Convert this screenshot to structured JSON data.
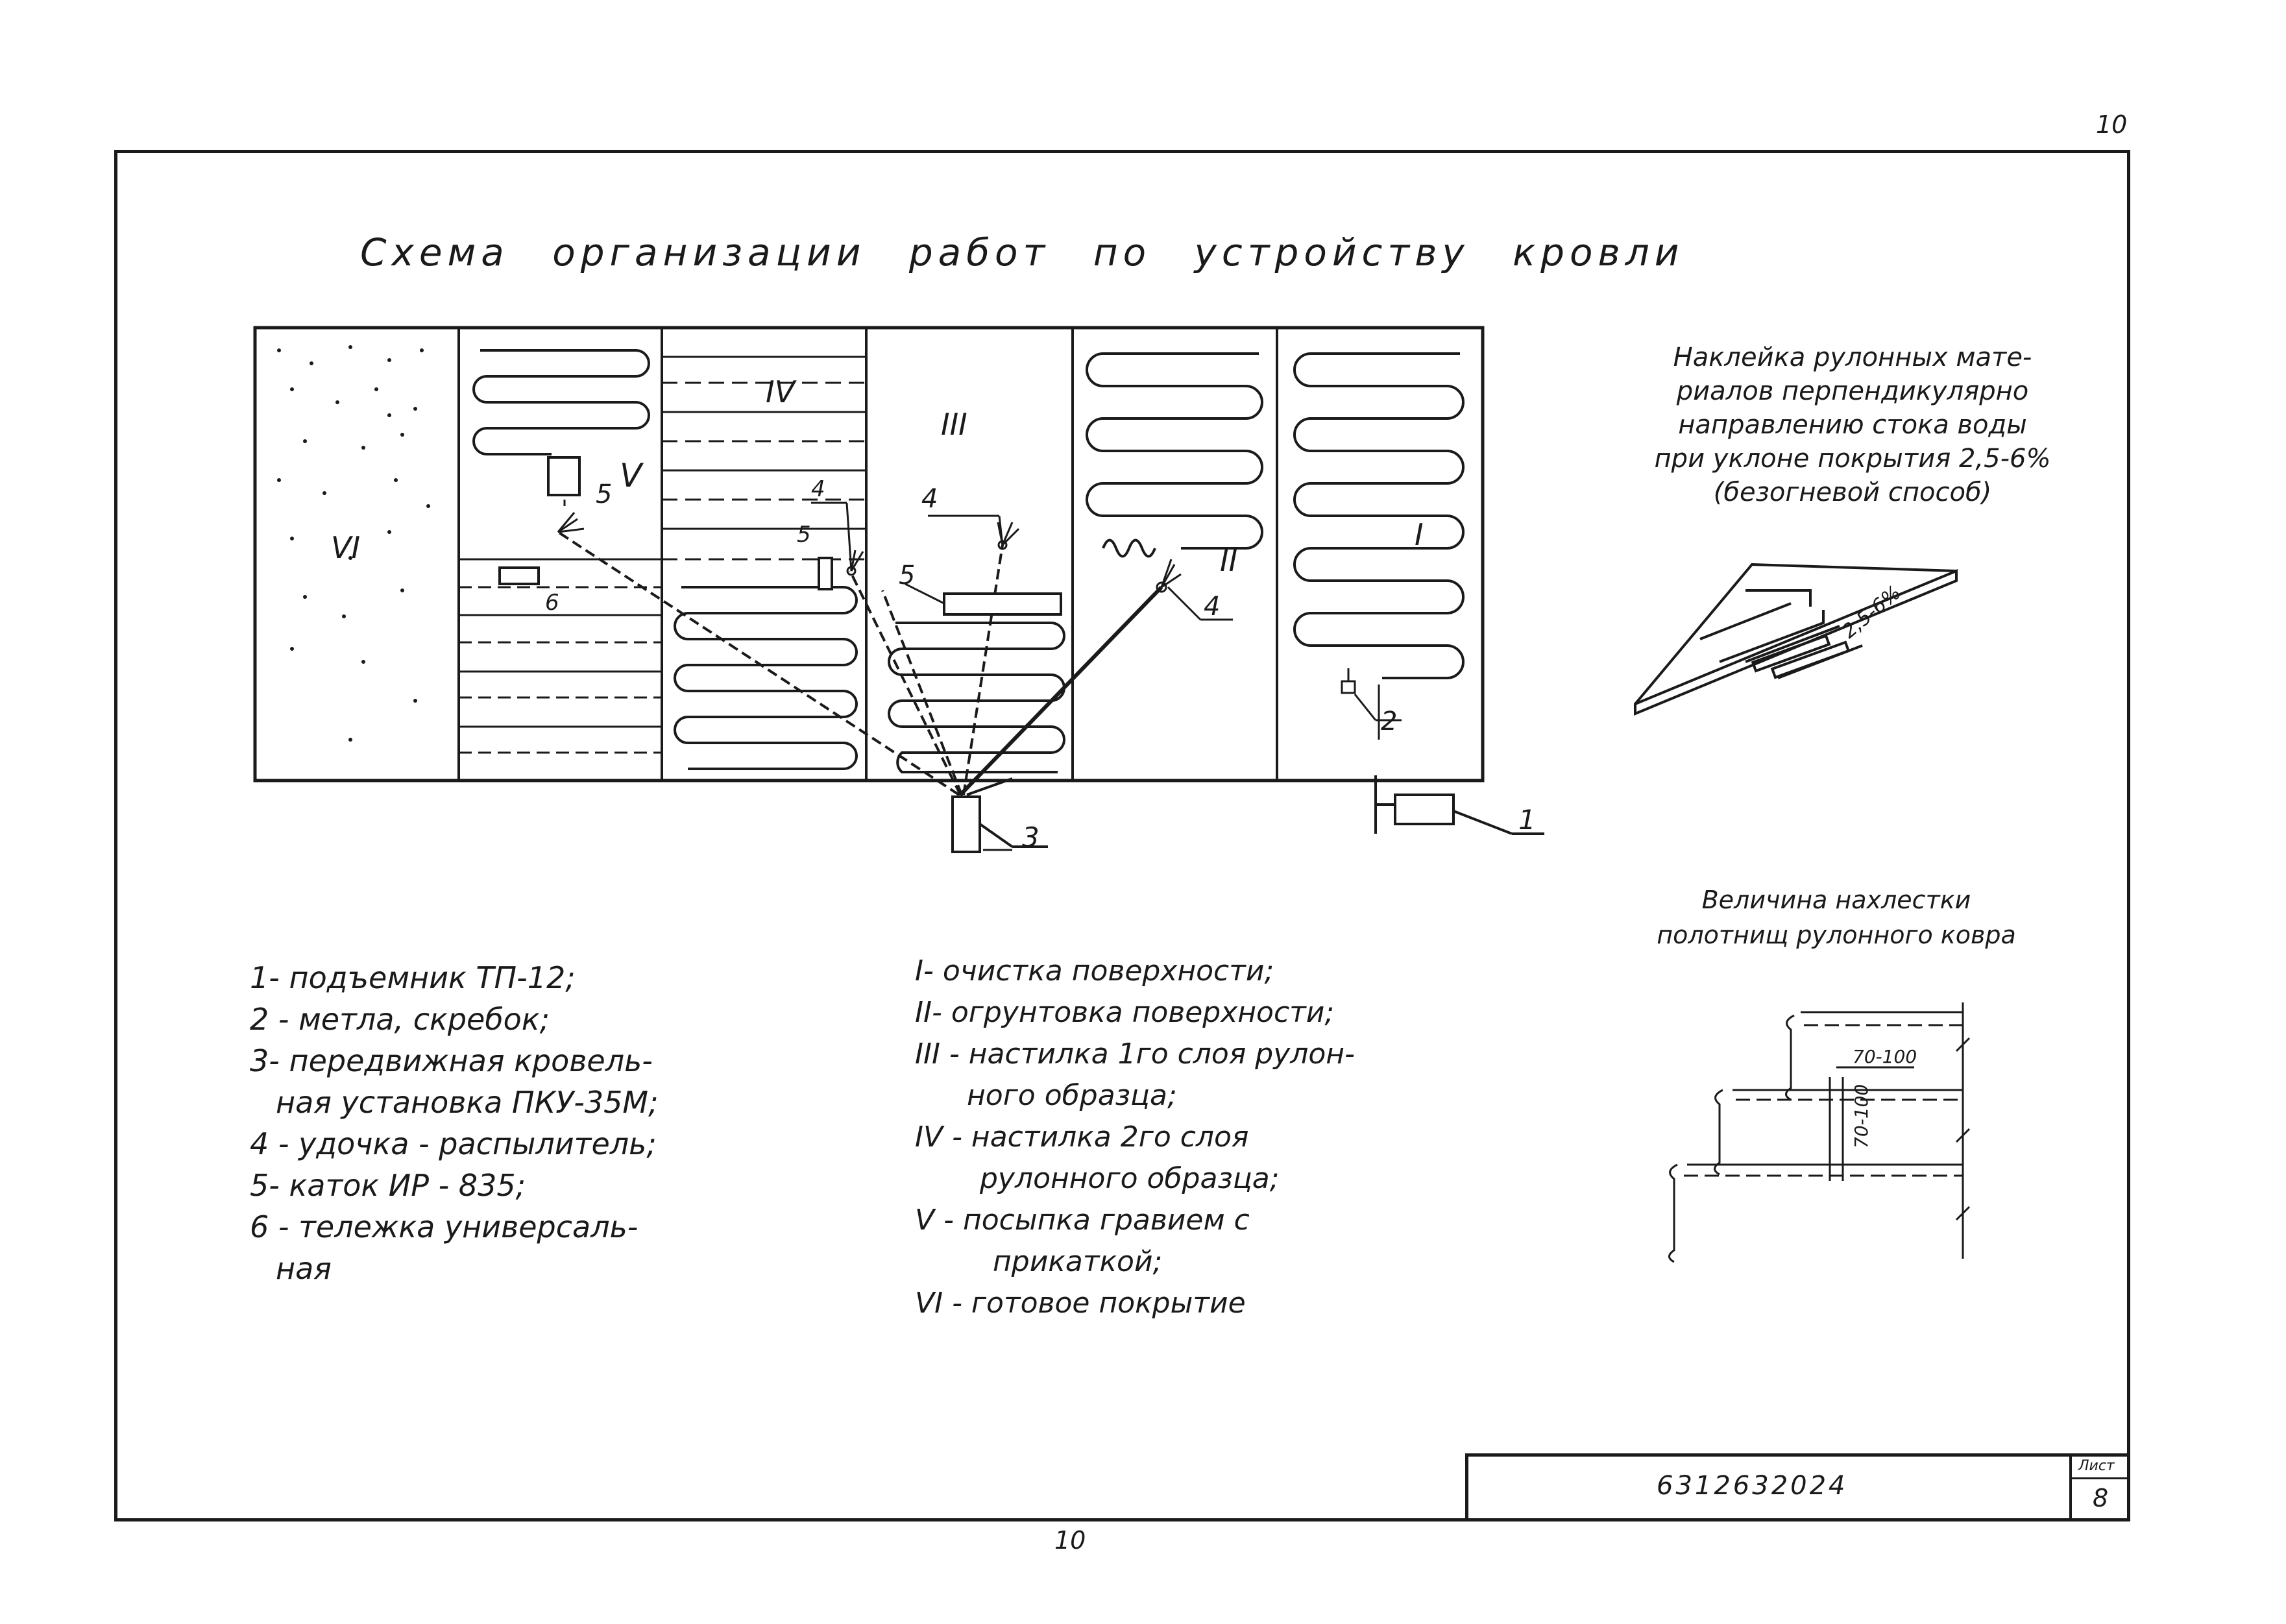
{
  "sheet": {
    "page_number_top": "10",
    "page_number_bottom": "10",
    "doc_code": "6312632024",
    "sheet_label": "Лист",
    "sheet_number": "8"
  },
  "title": "Схема организации работ по устройству кровли",
  "scheme": {
    "zones": [
      "VI",
      "V",
      "IV",
      "III",
      "II",
      "I"
    ],
    "callouts": [
      "1",
      "2",
      "3",
      "4",
      "4",
      "4",
      "5",
      "5",
      "5",
      "6"
    ]
  },
  "note": {
    "lines": [
      "Наклейка рулонных мате-",
      "риалов перпендикулярно",
      "направлению стока воды",
      "при уклоне покрытия 2,5-6%",
      "(безогневой способ)"
    ],
    "slope_label": "2,5-6%"
  },
  "overlap": {
    "title_lines": [
      "Величина нахлестки",
      "полотнищ рулонного ковра"
    ],
    "dim_horizontal": "70-100",
    "dim_vertical": "70-100"
  },
  "legend_equipment": [
    "1- подъемник ТП-12;",
    "2 - метла, скребок;",
    "3- передвижная кровель-",
    "ная установка ПКУ-35М;",
    "4 - удочка - распылитель;",
    "5- каток ИР - 835;",
    "6 - тележка универсаль-",
    "ная"
  ],
  "legend_stages": [
    "I- очистка поверхности;",
    "II- огрунтовка поверхности;",
    "III - настилка 1го слоя рулон-",
    "ного образца;",
    "IV - настилка 2го слоя",
    "рулонного образца;",
    "V - посыпка гравием с",
    "прикаткой;",
    "VI - готовое покрытие"
  ]
}
